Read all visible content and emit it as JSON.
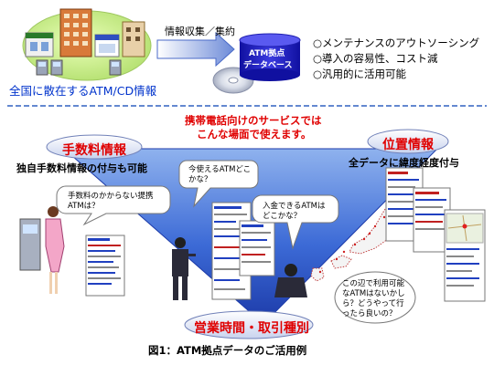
{
  "top": {
    "caption": "全国に散在するATM/CD情報",
    "flow_label": "情報収集／集約",
    "db_line1": "ATM拠点",
    "db_line2": "データベース",
    "benefits": [
      "○メンテナンスのアウトソーシング",
      "○導入の容易性、コスト減",
      "○汎用的に活用可能"
    ]
  },
  "bottom": {
    "headline_line1": "携帯電話向けのサービスでは",
    "headline_line2": "こんな場面で使えます。",
    "tags": {
      "fee": "手数料情報",
      "fee_sub": "独自手数料情報の付与も可能",
      "location": "位置情報",
      "location_sub": "全データに緯度経度付与",
      "hours": "営業時間・取引種別"
    },
    "bubbles": [
      "手数料のかからない提携ATMは？",
      "今使えるATMどこかな？",
      "入金できるATMはどこかな？",
      "この辺で利用可能なATMはないかしら？どうやって行ったら良いの？"
    ]
  },
  "figure_caption": "図1：ATM拠点データのご活用例",
  "colors": {
    "accent_red": "#e00000",
    "caption_blue": "#0033cc",
    "triangle_blue": "#2f5fd0",
    "divider_blue": "#3060c0",
    "tag_fill": "#e8ecf7"
  }
}
